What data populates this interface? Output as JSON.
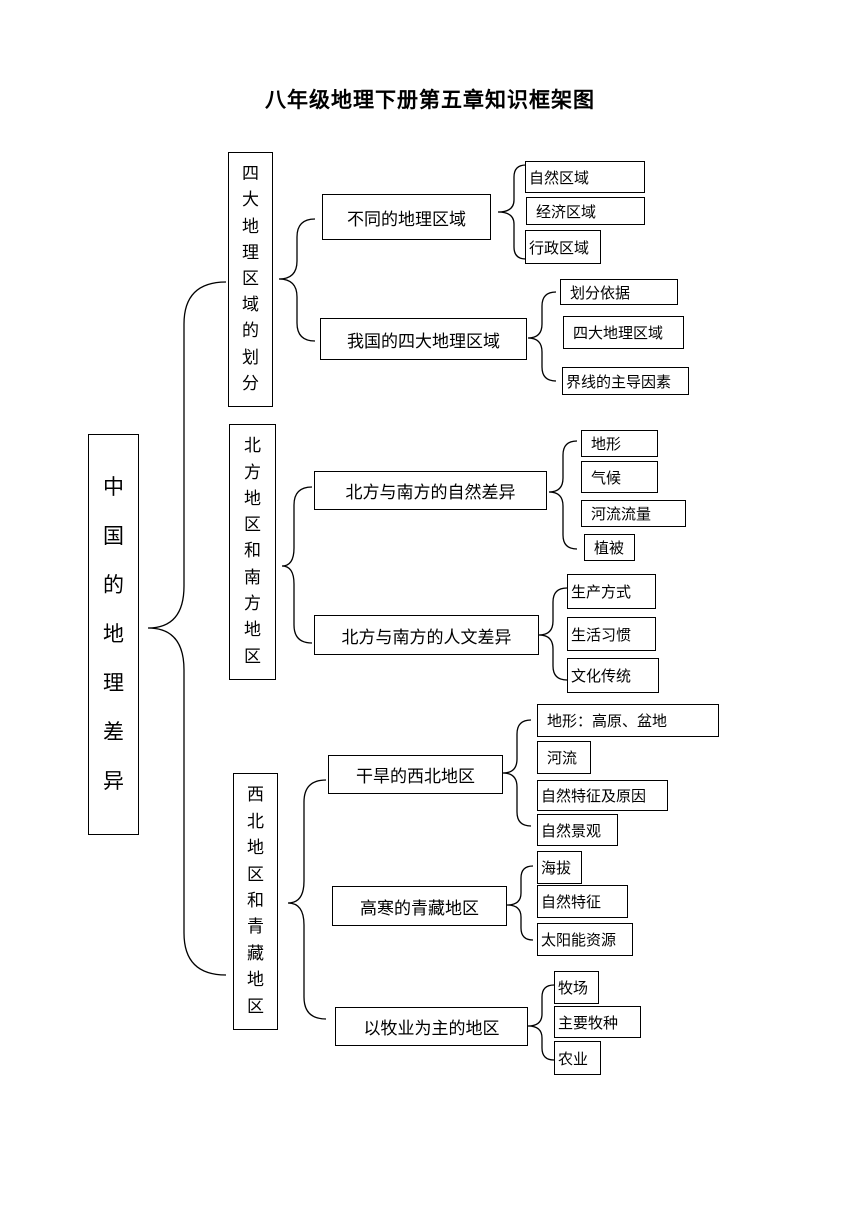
{
  "title": "八年级地理下册第五章知识框架图",
  "root": "中国的地理差异",
  "sections": [
    {
      "label": "四大地理区域的划分",
      "topics": [
        {
          "label": "不同的地理区域",
          "items": [
            "自然区域",
            "经济区域",
            "行政区域"
          ]
        },
        {
          "label": "我国的四大地理区域",
          "items": [
            "划分依据",
            "四大地理区域",
            "界线的主导因素"
          ]
        }
      ]
    },
    {
      "label": "北方地区和南方地区",
      "topics": [
        {
          "label": "北方与南方的自然差异",
          "items": [
            "地形",
            "气候",
            "河流流量",
            "植被"
          ]
        },
        {
          "label": "北方与南方的人文差异",
          "items": [
            "生产方式",
            "生活习惯",
            "文化传统"
          ]
        }
      ]
    },
    {
      "label": "西北地区和青藏地区",
      "topics": [
        {
          "label": "干旱的西北地区",
          "items": [
            "地形：高原、盆地",
            "河流",
            "自然特征及原因",
            "自然景观"
          ]
        },
        {
          "label": "高寒的青藏地区",
          "items": [
            "海拔",
            "自然特征",
            "太阳能资源"
          ]
        },
        {
          "label": "以牧业为主的地区",
          "items": [
            "牧场",
            "主要牧种",
            "农业"
          ]
        }
      ]
    }
  ]
}
